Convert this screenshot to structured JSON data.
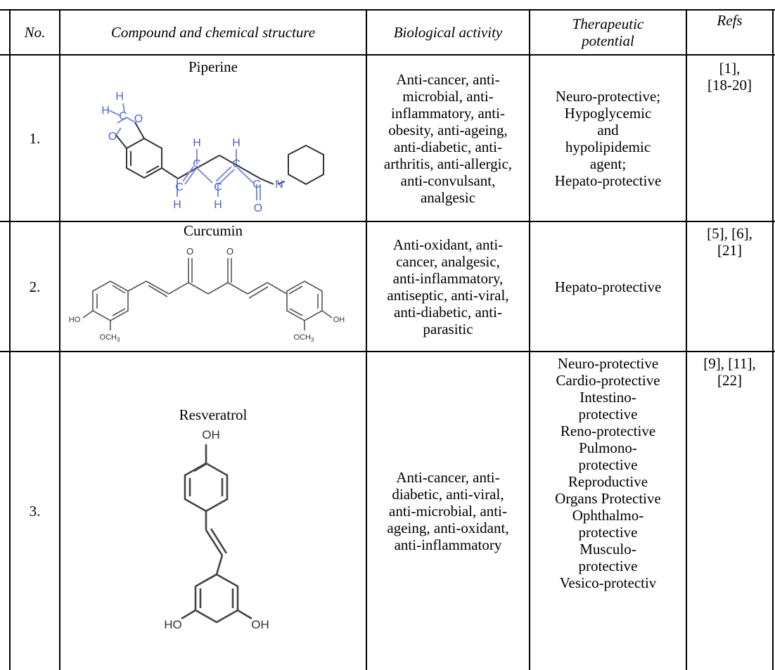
{
  "header": {
    "no": "No.",
    "compound": "Compound and chemical structure",
    "activity": "Biological activity",
    "therapeutic": [
      "Therapeutic",
      "potential"
    ],
    "refs": "Refs"
  },
  "rows": [
    {
      "no": "1.",
      "name": "Piperine",
      "activity": [
        "Anti-cancer, anti-",
        "microbial, anti-",
        "inflammatory, anti-",
        "obesity, anti-ageing,",
        "anti-diabetic, anti-",
        "arthritis, anti-allergic,",
        "anti-convulsant,",
        "analgesic"
      ],
      "therapeutic": [
        "Neuro-protective;",
        "Hypoglycemic",
        "and",
        "hypolipidemic",
        "agent;",
        "Hepato-protective"
      ],
      "refs": [
        "[1],",
        "[18-20]"
      ],
      "structure_labels": {
        "h": "H",
        "c": "C",
        "o": "O",
        "n": "N"
      }
    },
    {
      "no": "2.",
      "name": "Curcumin",
      "activity": [
        "Anti-oxidant, anti-",
        "cancer, analgesic,",
        "anti-inflammatory,",
        "antiseptic, anti-viral,",
        "anti-diabetic, anti-",
        "parasitic"
      ],
      "therapeutic": [
        "Hepato-protective"
      ],
      "refs": [
        "[5], [6],",
        "[21]"
      ],
      "structure_labels": {
        "o": "O",
        "ho": "HO",
        "oh": "OH",
        "och3": "OCH",
        "sub3": "3"
      }
    },
    {
      "no": "3.",
      "name": "Resveratrol",
      "activity": [
        "Anti-cancer, anti-",
        "diabetic, anti-viral,",
        "anti-microbial, anti-",
        "ageing, anti-oxidant,",
        "anti-inflammatory"
      ],
      "therapeutic": [
        "Neuro-protective",
        "Cardio-protective",
        "Intestino-",
        "protective",
        "Reno-protective",
        "Pulmono-",
        "protective",
        "Reproductive",
        "Organs Protective",
        "Ophthalmo-",
        "protective",
        "Musculo-",
        "protective",
        "Vesico-protectiv"
      ],
      "refs": [
        "[9], [11],",
        "[22]"
      ],
      "structure_labels": {
        "oh": "OH",
        "ho": "HO"
      }
    }
  ]
}
